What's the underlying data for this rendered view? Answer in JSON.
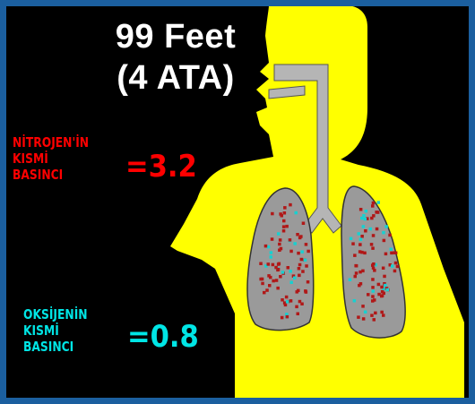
{
  "title": {
    "line1": "99 Feet",
    "line2": "(4 ATA)"
  },
  "nitrogen": {
    "line1": "NİTROJEN'İN",
    "line2": "KISMİ",
    "line3": "BASINCI",
    "value": "=3.2",
    "color": "#ff0000"
  },
  "oxygen": {
    "line1": "OKSİJENİN",
    "line2": "KISMİ",
    "line3": "BASINCI",
    "value": "=0.8",
    "color": "#00e5e5"
  },
  "colors": {
    "background": "#000000",
    "border": "#1b5f9f",
    "body": "#ffff00",
    "airway": "#b5b5b5",
    "lung": "#9a9a9a",
    "nitrogen_dot": "#b01818",
    "oxygen_dot": "#18d0d0"
  }
}
